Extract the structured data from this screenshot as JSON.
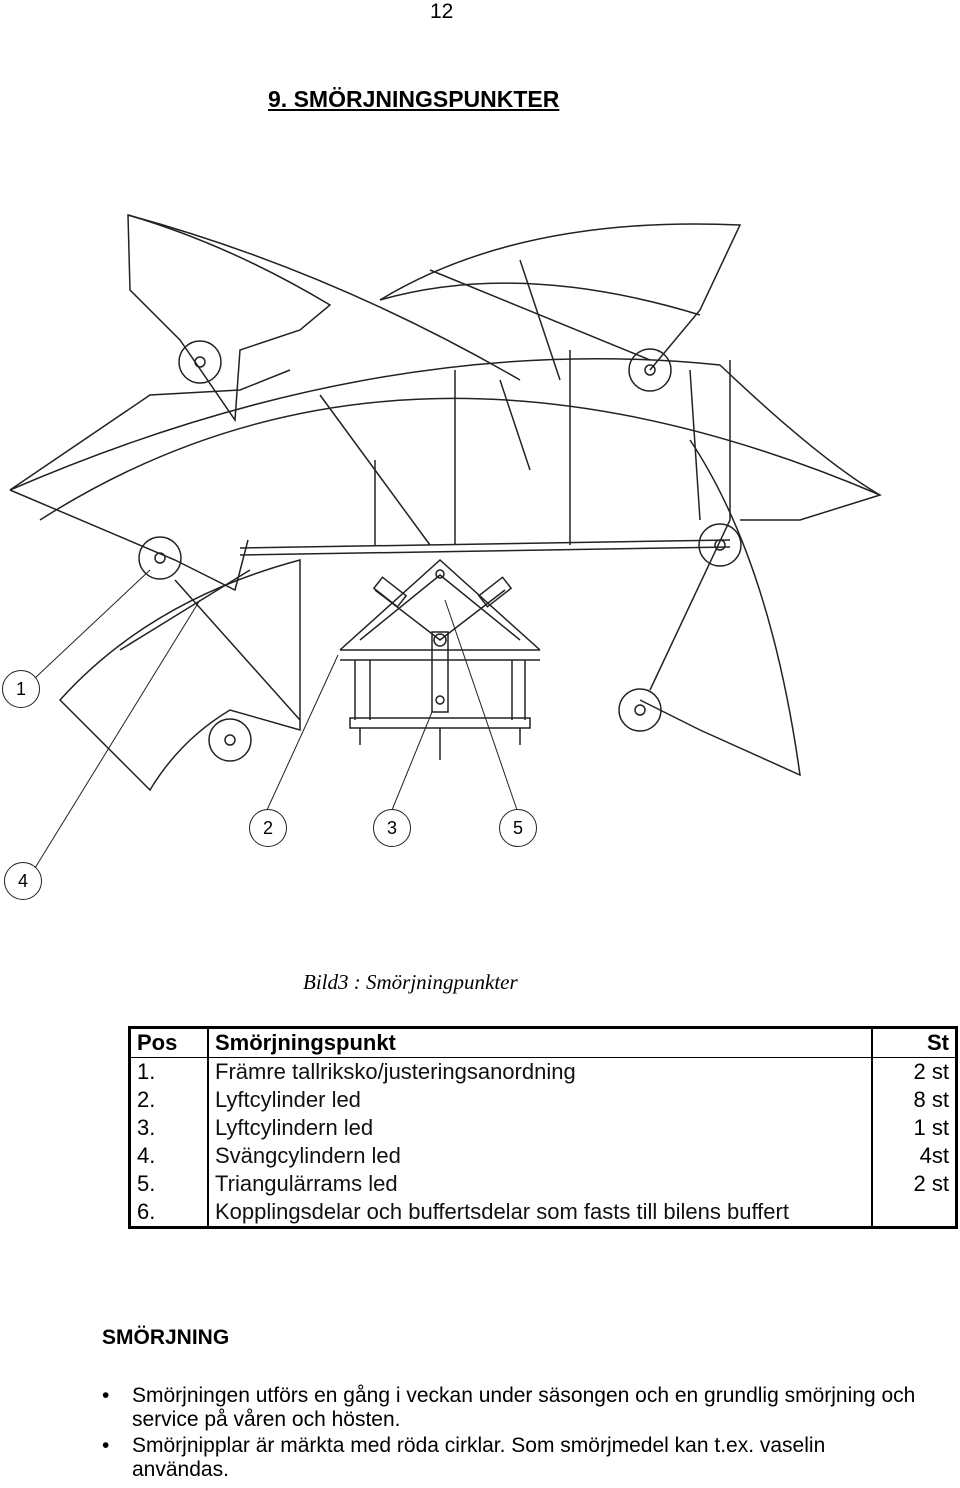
{
  "header": {
    "page_number": "12",
    "title": "9. SMÖRJNINGSPUNKTER"
  },
  "figure": {
    "callouts": [
      "1",
      "2",
      "3",
      "5",
      "4"
    ],
    "caption": "Bild3 : Smörjningpunkter"
  },
  "table": {
    "headers": {
      "pos": "Pos",
      "point": "Smörjningspunkt",
      "qty": "St"
    },
    "rows": [
      {
        "pos": "1.",
        "point": "Främre tallriksko/justeringsanordning",
        "qty": "2 st"
      },
      {
        "pos": "2.",
        "point": "Lyftcylinder led",
        "qty": "8 st"
      },
      {
        "pos": "3.",
        "point": "Lyftcylindern led",
        "qty": "1 st"
      },
      {
        "pos": "4.",
        "point": "Svängcylindern led",
        "qty": "4st"
      },
      {
        "pos": "5.",
        "point": "Triangulärrams led",
        "qty": "2 st"
      },
      {
        "pos": "6.",
        "point": "Kopplingsdelar och buffertsdelar som fasts till bilens buffert",
        "qty": ""
      }
    ]
  },
  "lubrication": {
    "heading": "SMÖRJNING",
    "bullet_char": "•",
    "items": [
      "Smörjningen utförs en gång i veckan under säsongen och en grundlig smörjning och service på våren och hösten.",
      "Smörjnipplar är märkta med röda cirklar. Som smörjmedel kan t.ex. vaselin användas."
    ]
  }
}
